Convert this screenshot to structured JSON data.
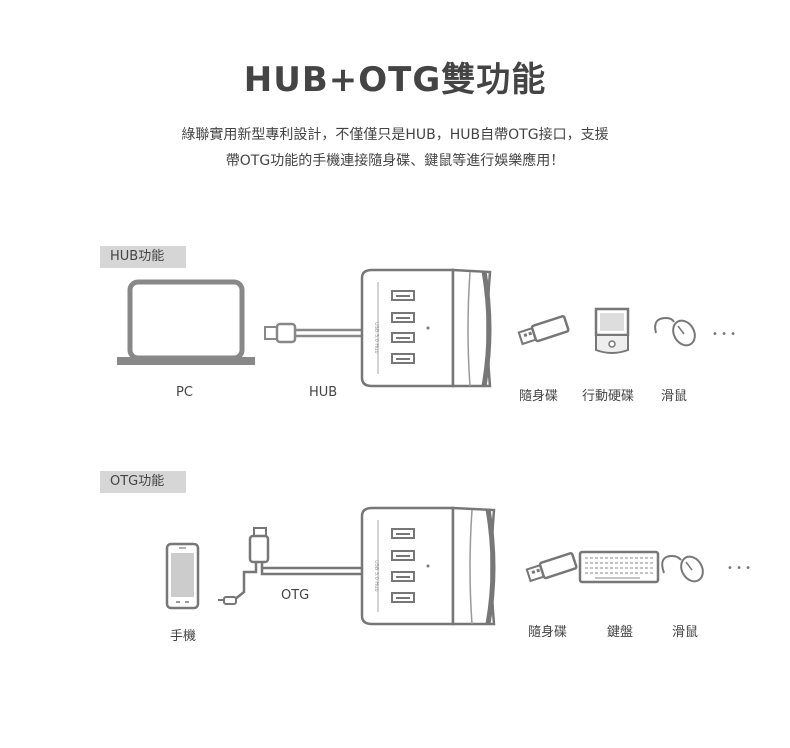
{
  "title": "HUB+OTG雙功能",
  "description": {
    "line1": "綠聯實用新型專利設計，不僅僅只是HUB，HUB自帶OTG接口，支援",
    "line2": "帶OTG功能的手機連接隨身碟、鍵鼠等進行娛樂應用！"
  },
  "hub_section": {
    "label": "HUB功能",
    "captions": {
      "pc": "PC",
      "hub": "HUB",
      "usb_drive": "隨身碟",
      "hdd": "行動硬碟",
      "mouse": "滑鼠"
    },
    "hub_side_text": "USB 3.0 Hub",
    "more": "• • •"
  },
  "otg_section": {
    "label": "OTG功能",
    "captions": {
      "phone": "手機",
      "otg": "OTG",
      "usb_drive": "隨身碟",
      "keyboard": "鍵盤",
      "mouse": "滑鼠"
    },
    "hub_side_text": "USB 3.0 Hub",
    "more": "• • •"
  }
}
